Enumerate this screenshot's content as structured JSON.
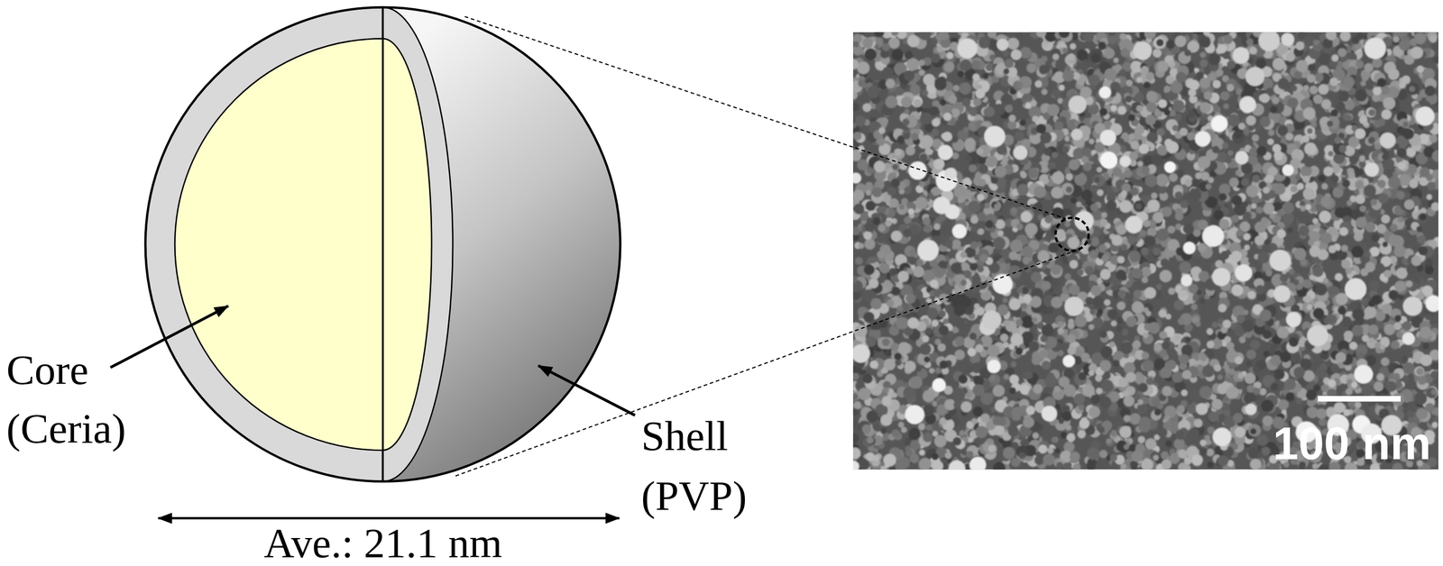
{
  "diagram": {
    "labels": [
      "Core (Ceria)",
      "Shell (PVP)",
      "Ave.: 21.1 nm",
      "100 nm"
    ]
  }
}
